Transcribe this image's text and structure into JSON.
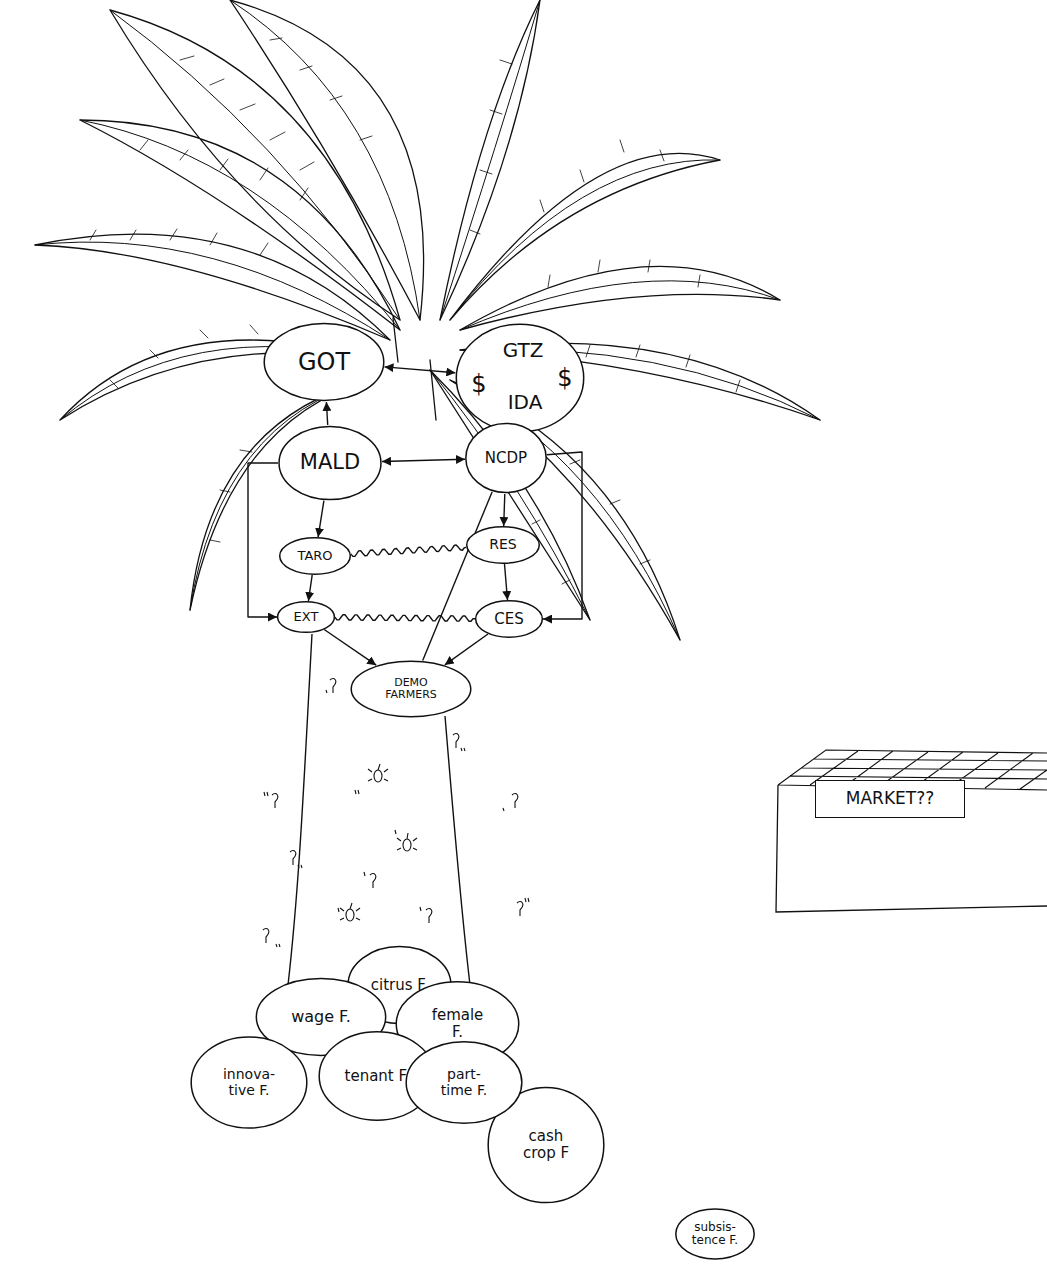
{
  "diagram": {
    "nodes": [
      {
        "text": [
          "GOT"
        ]
      },
      {
        "text": [
          "GTZ",
          "$",
          "IDA",
          "$"
        ]
      },
      {
        "text": [
          "MALD"
        ]
      },
      {
        "text": [
          "NCDP"
        ]
      },
      {
        "text": [
          "TARO"
        ]
      },
      {
        "text": [
          "RES"
        ]
      },
      {
        "text": [
          "EXT"
        ]
      },
      {
        "text": [
          "CES"
        ]
      },
      {
        "text": [
          "DEMO FARMERS"
        ]
      },
      {
        "text": [
          "citrus F."
        ]
      },
      {
        "text": [
          "wage F."
        ]
      },
      {
        "text": [
          "female F."
        ]
      },
      {
        "text": [
          "innova- tive F."
        ]
      },
      {
        "text": [
          "tenant F."
        ]
      },
      {
        "text": [
          "part- time F."
        ]
      },
      {
        "text": [
          "cash crop F"
        ]
      },
      {
        "text": [
          "subsis- tence F."
        ]
      },
      {
        "text": [
          "MARKET??"
        ]
      }
    ],
    "edges": [
      {
        "from": 0,
        "to": 1,
        "arrow": "both"
      },
      {
        "from": 2,
        "to": 0,
        "arrow": "to"
      },
      {
        "from": 2,
        "to": 3,
        "arrow": "both"
      },
      {
        "from": 2,
        "to": 4,
        "arrow": "to"
      },
      {
        "from": 4,
        "to": 6,
        "arrow": "to"
      },
      {
        "from": 2,
        "to": 6,
        "arrow": "to"
      },
      {
        "from": 3,
        "to": 5,
        "arrow": "to"
      },
      {
        "from": 5,
        "to": 7,
        "arrow": "to"
      },
      {
        "from": 3,
        "to": 7,
        "arrow": "to"
      },
      {
        "from": 4,
        "to": 5,
        "arrow": "none"
      },
      {
        "from": 6,
        "to": 7,
        "arrow": "none"
      },
      {
        "from": 6,
        "to": 8,
        "arrow": "to"
      },
      {
        "from": 7,
        "to": 8,
        "arrow": "to"
      },
      {
        "from": 3,
        "to": 8,
        "arrow": "none"
      }
    ]
  }
}
